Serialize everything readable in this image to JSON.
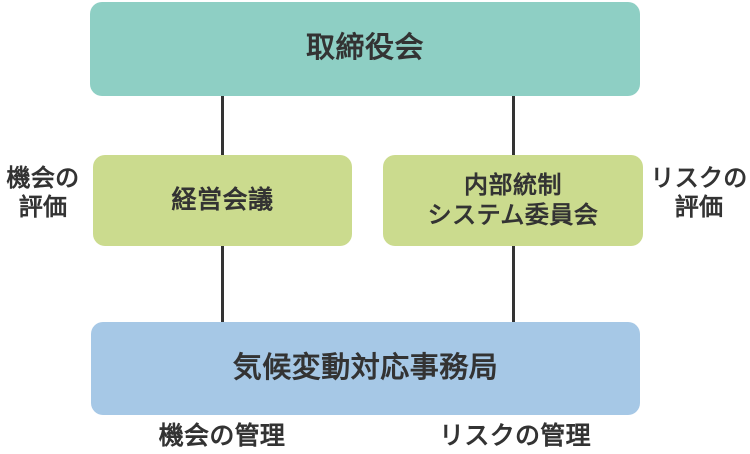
{
  "diagram": {
    "type": "organizational-hierarchy",
    "title": "",
    "colors": {
      "board": "#8ecfc4",
      "committee": "#cbdb8e",
      "secretariat": "#a6c8e6",
      "connector": "#333333",
      "text": "#333333",
      "background": "#ffffff"
    },
    "nodes": {
      "board": {
        "label": "取締役会",
        "level": 1
      },
      "management_meeting": {
        "label": "経営会議",
        "level": 2
      },
      "internal_control_committee": {
        "label_line1": "内部統制",
        "label_line2": "システム委員会",
        "level": 2
      },
      "secretariat": {
        "label": "気候変動対応事務局",
        "level": 3
      }
    },
    "annotations": {
      "opportunity_assessment": {
        "line1": "機会の",
        "line2": "評価"
      },
      "risk_assessment": {
        "line1": "リスクの",
        "line2": "評価"
      },
      "opportunity_management": "機会の管理",
      "risk_management": "リスクの管理"
    },
    "connections": [
      {
        "from": "board",
        "to": "management_meeting"
      },
      {
        "from": "board",
        "to": "internal_control_committee"
      },
      {
        "from": "management_meeting",
        "to": "secretariat"
      },
      {
        "from": "internal_control_committee",
        "to": "secretariat"
      }
    ]
  }
}
